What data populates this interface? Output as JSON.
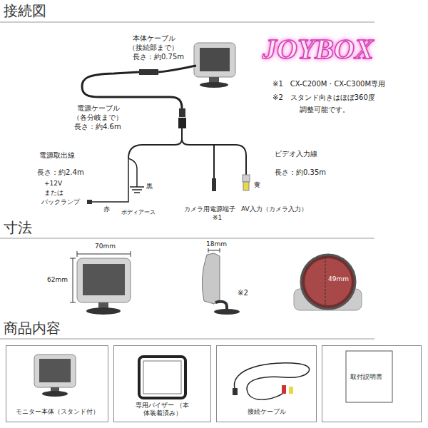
{
  "diagram": {
    "nodes": [
      {
        "text": [
          "モニター本体（スタンド付）"
        ]
      },
      {
        "text": [
          "専用バイザー （本体装着済み）"
        ]
      },
      {
        "text": [
          "接続ケーブル"
        ]
      },
      {
        "text": [
          "取付説明書"
        ]
      }
    ],
    "labels": [
      "接続図",
      "本体ケーブル",
      "（接続部まで）",
      "長さ：約0.75m",
      "電源ケーブル",
      "（各分岐まで）",
      "長さ：約4.6m",
      "JOYBOX",
      "※1　CX-C200M・CX-C300M専用",
      "※2　スタンド向きはほぼ360度",
      "調整可能です。",
      "電源取出線",
      "長さ：約2.4m",
      "+12V",
      "または",
      "バックランプ",
      "赤",
      "黒",
      "ボディアース",
      "カメラ用電源端子",
      "※1",
      "黄",
      "AV入力（カメラ入力）",
      "ビデオ入力線",
      "長さ：約0.35m",
      "寸法",
      "70mm",
      "62mm",
      "18mm",
      "※2",
      "49mm",
      "商品内容"
    ]
  }
}
